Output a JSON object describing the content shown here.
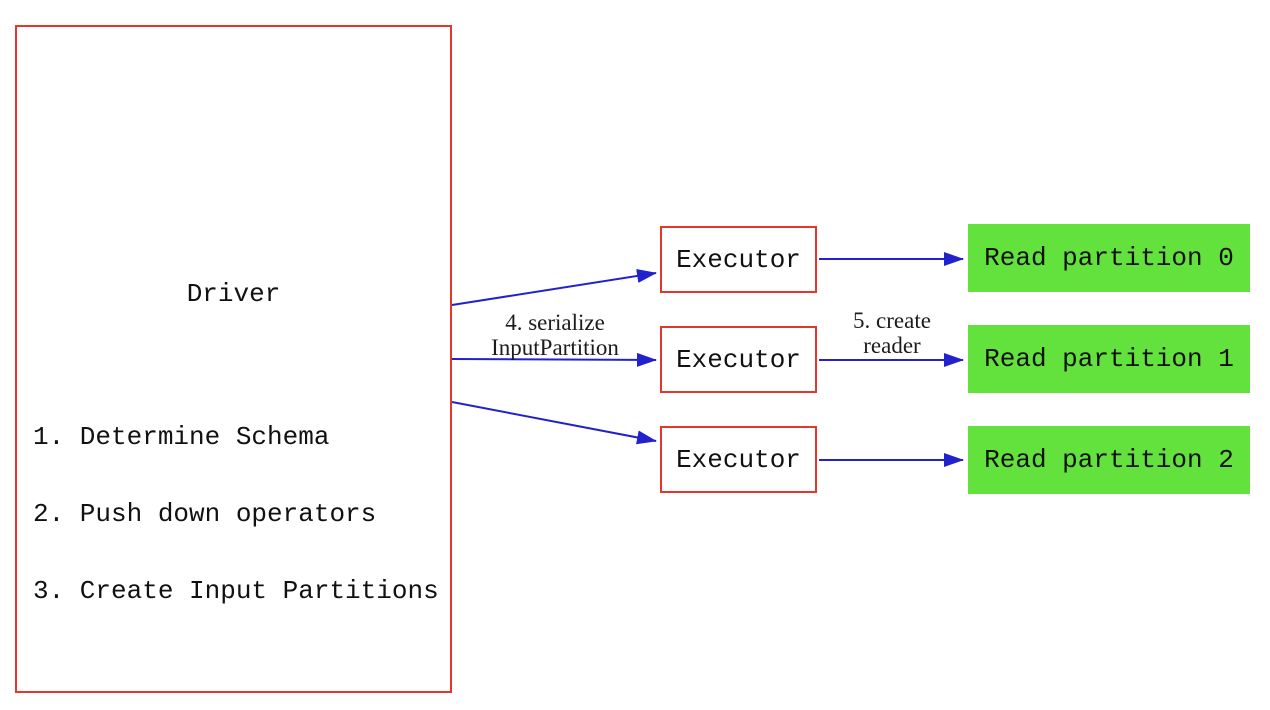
{
  "diagram": {
    "driver": {
      "title": "Driver",
      "steps": [
        "1. Determine Schema",
        "2. Push down operators",
        "3. Create Input Partitions"
      ]
    },
    "executors": [
      {
        "label": "Executor"
      },
      {
        "label": "Executor"
      },
      {
        "label": "Executor"
      }
    ],
    "partitions": [
      {
        "label": "Read partition 0"
      },
      {
        "label": "Read partition 1"
      },
      {
        "label": "Read partition 2"
      }
    ],
    "annotations": {
      "serialize": {
        "line1": "4. serialize",
        "line2": "InputPartition"
      },
      "create_reader": {
        "line1": "5. create",
        "line2": "reader"
      }
    },
    "colors": {
      "box_border": "#e2382c",
      "arrow": "#2222cc",
      "partition_fill": "#63e13d",
      "text": "#111111",
      "background": "#ffffff"
    }
  }
}
